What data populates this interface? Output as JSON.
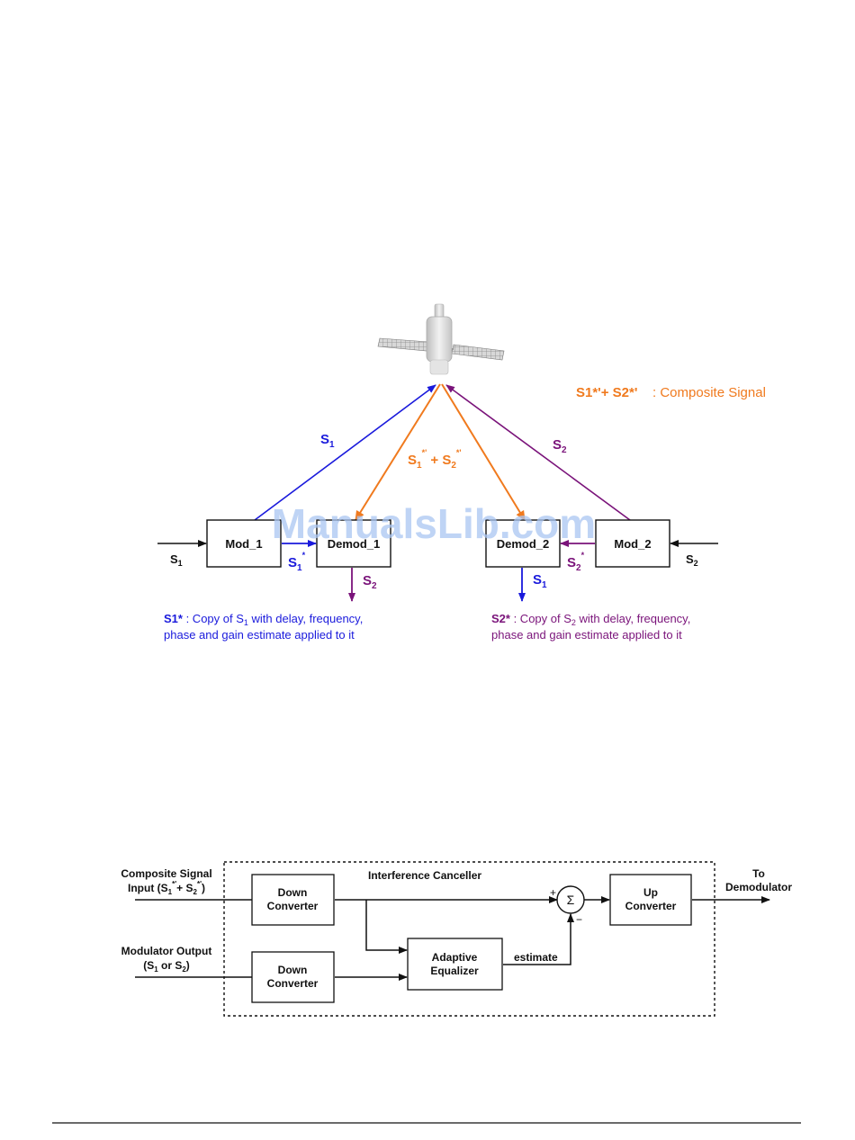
{
  "colors": {
    "s1_blue": "#1a1adc",
    "s2_purple": "#7a137a",
    "composite_orange": "#f07a1e",
    "black": "#111111",
    "watermark": "#a9c6f2"
  },
  "icons": {
    "satellite": "satellite-icon"
  },
  "diagram1": {
    "legend": {
      "main": "S1*'+ S2*'",
      "rest": " : Composite Signal"
    },
    "uplink_s1": {
      "base": "S",
      "sub": "1"
    },
    "uplink_s2": {
      "base": "S",
      "sub": "2"
    },
    "composite": {
      "a": "S",
      "a_sub": "1",
      "a_sup": "*'",
      "plus": " + S",
      "b_sub": "2",
      "b_sup": "*'"
    },
    "input_s1": {
      "base": "S",
      "sub": "1"
    },
    "input_s2": {
      "base": "S",
      "sub": "2"
    },
    "copy_s1": {
      "base": "S",
      "sub": "1",
      "sup": "*"
    },
    "copy_s2": {
      "base": "S",
      "sub": "2",
      "sup": "*"
    },
    "out_demod1": {
      "base": "S",
      "sub": "2"
    },
    "out_demod2": {
      "base": "S",
      "sub": "1"
    },
    "boxes": {
      "mod1": "Mod_1",
      "demod1": "Demod_1",
      "demod2": "Demod_2",
      "mod2": "Mod_2"
    },
    "note_s1": {
      "head": "S1*",
      "line1_a": " : Copy of S",
      "line1_sub": "1",
      "line1_b": " with delay, frequency,",
      "line2": "phase and gain estimate applied to it"
    },
    "note_s2": {
      "head": "S2*",
      "line1_a": " : Copy of S",
      "line1_sub": "2",
      "line1_b": " with delay, frequency,",
      "line2": "phase and gain estimate applied to it"
    }
  },
  "watermark": "ManualsLib.com",
  "diagram2": {
    "title": "Interference Canceller",
    "composite_input": {
      "line1": "Composite Signal",
      "line2_a": "Input (S",
      "line2_sub1": "1",
      "line2_sup1": "*'",
      "line2_plus": "+ S",
      "line2_sub2": "2",
      "line2_sup2": "*'",
      "line2_close": ")"
    },
    "modulator_output": {
      "line1": "Modulator Output",
      "line2_a": "(S",
      "line2_sub1": "1",
      "line2_mid": " or S",
      "line2_sub2": "2",
      "line2_close": ")"
    },
    "down_converter_top": {
      "line1": "Down",
      "line2": "Converter"
    },
    "down_converter_bottom": {
      "line1": "Down",
      "line2": "Converter"
    },
    "adaptive_equalizer": {
      "line1": "Adaptive",
      "line2": "Equalizer"
    },
    "up_converter": {
      "line1": "Up",
      "line2": "Converter"
    },
    "estimate": "estimate",
    "summer": {
      "symbol": "Σ",
      "plus": "+",
      "minus": "−"
    },
    "output": {
      "line1": "To",
      "line2": "Demodulator"
    }
  }
}
